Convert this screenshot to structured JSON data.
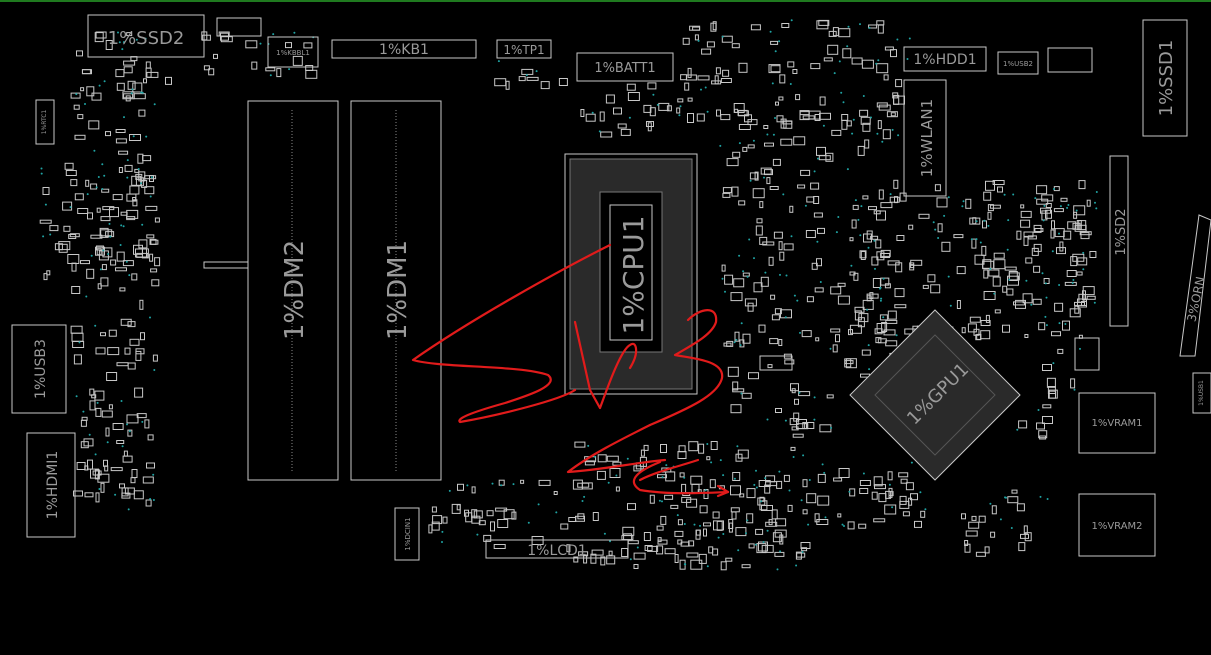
{
  "viewer": {
    "accent_color": "#1f7a1f",
    "background": "#000000",
    "outline_color": "#c8c8c8",
    "label_color": "#9a9a9a",
    "testpoint_color": "#1fa3a3",
    "annotation_color": "#e11b1b"
  },
  "components": {
    "ssd2": "1%SSD2",
    "kbbl1": "1%KBBL1",
    "kb1": "1%KB1",
    "tp1": "1%TP1",
    "batt1": "1%BATT1",
    "hdd1": "1%HDD1",
    "usb2": "1%USB2",
    "ssd1": "1%SSD1",
    "wlan1": "1%WLAN1",
    "dm2": "1%DM2",
    "dm1": "1%DM1",
    "cpu1": "1%CPU1",
    "gpu1": "1%GPU1",
    "usb3": "1%USB3",
    "hdmi1": "1%HDMI1",
    "lcd1": "1%LCD1",
    "dcin1": "1%DCIN1",
    "vram1": "1%VRAM1",
    "vram2": "1%VRAM2",
    "orn": "3%ORN",
    "usb1": "1%USB1",
    "sd": "1%SD2",
    "rtc": "1%RTC1"
  }
}
